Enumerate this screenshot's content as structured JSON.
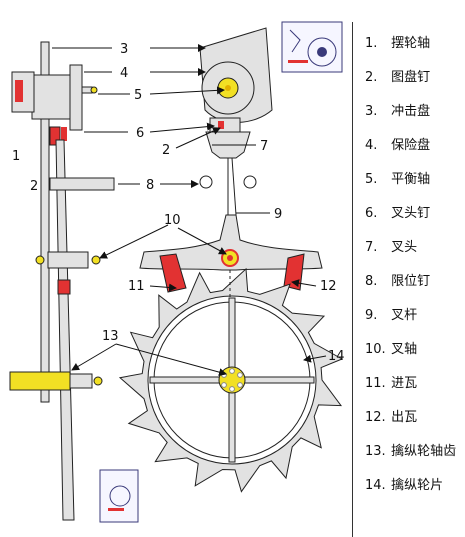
{
  "callouts": {
    "c1": "1",
    "c2a": "2",
    "c2b": "2",
    "c3": "3",
    "c4": "4",
    "c5": "5",
    "c6": "6",
    "c7": "7",
    "c8": "8",
    "c9": "9",
    "c10": "10",
    "c11": "11",
    "c12": "12",
    "c13": "13",
    "c14": "14"
  },
  "legend": [
    {
      "num": "1.",
      "label": "摆轮轴"
    },
    {
      "num": "2.",
      "label": "图盘钉"
    },
    {
      "num": "3.",
      "label": "冲击盘"
    },
    {
      "num": "4.",
      "label": "保险盘"
    },
    {
      "num": "5.",
      "label": "平衡轴"
    },
    {
      "num": "6.",
      "label": "叉头钉"
    },
    {
      "num": "7.",
      "label": "叉头"
    },
    {
      "num": "8.",
      "label": "限位钉"
    },
    {
      "num": "9.",
      "label": "叉杆"
    },
    {
      "num": "10.",
      "label": "叉轴"
    },
    {
      "num": "11.",
      "label": "进瓦"
    },
    {
      "num": "12.",
      "label": "出瓦"
    },
    {
      "num": "13.",
      "label": "擒纵轮轴齿"
    },
    {
      "num": "14.",
      "label": "擒纵轮片"
    }
  ],
  "colors": {
    "part_fill": "#e2e2e2",
    "outline": "#222222",
    "red": "#e23232",
    "yellow": "#f2e024",
    "arrow": "#1a1a1a"
  }
}
